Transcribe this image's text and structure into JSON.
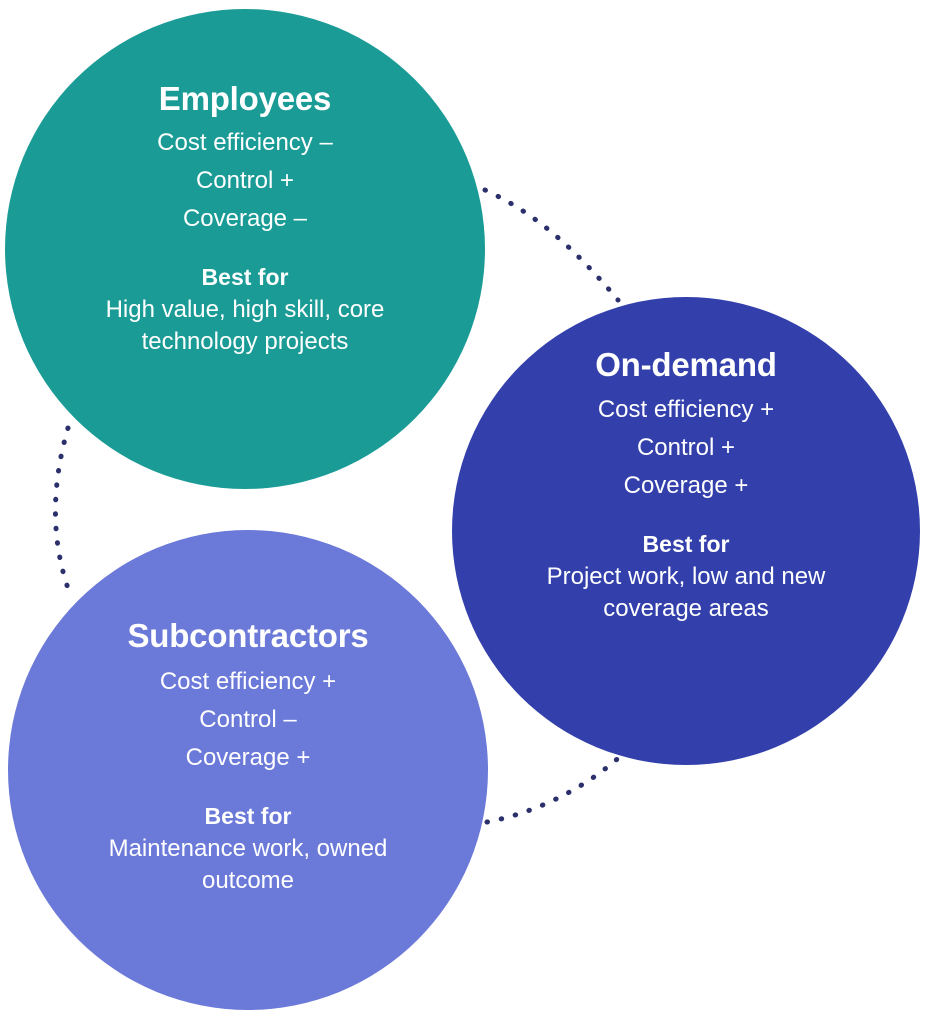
{
  "diagram": {
    "background": "#ffffff",
    "best_for_label": "Best for",
    "connector_color": "#2b2f6b",
    "connector_style": "dotted-arc"
  },
  "bubbles": [
    {
      "id": "employees",
      "title": "Employees",
      "color": "#1a9b96",
      "attributes": [
        "Cost efficiency –",
        "Control +",
        "Coverage –"
      ],
      "best_for_label": "Best for",
      "best_for_text": "High value, high skill, core technology projects"
    },
    {
      "id": "ondemand",
      "title": "On-demand",
      "color": "#3340ab",
      "attributes": [
        "Cost efficiency +",
        "Control +",
        "Coverage +"
      ],
      "best_for_label": "Best for",
      "best_for_text": "Project work, low and new coverage areas"
    },
    {
      "id": "subcontractors",
      "title": "Subcontractors",
      "color": "#6b79d8",
      "attributes": [
        "Cost efficiency +",
        "Control –",
        "Coverage +"
      ],
      "best_for_label": "Best for",
      "best_for_text": "Maintenance work, owned outcome"
    }
  ]
}
